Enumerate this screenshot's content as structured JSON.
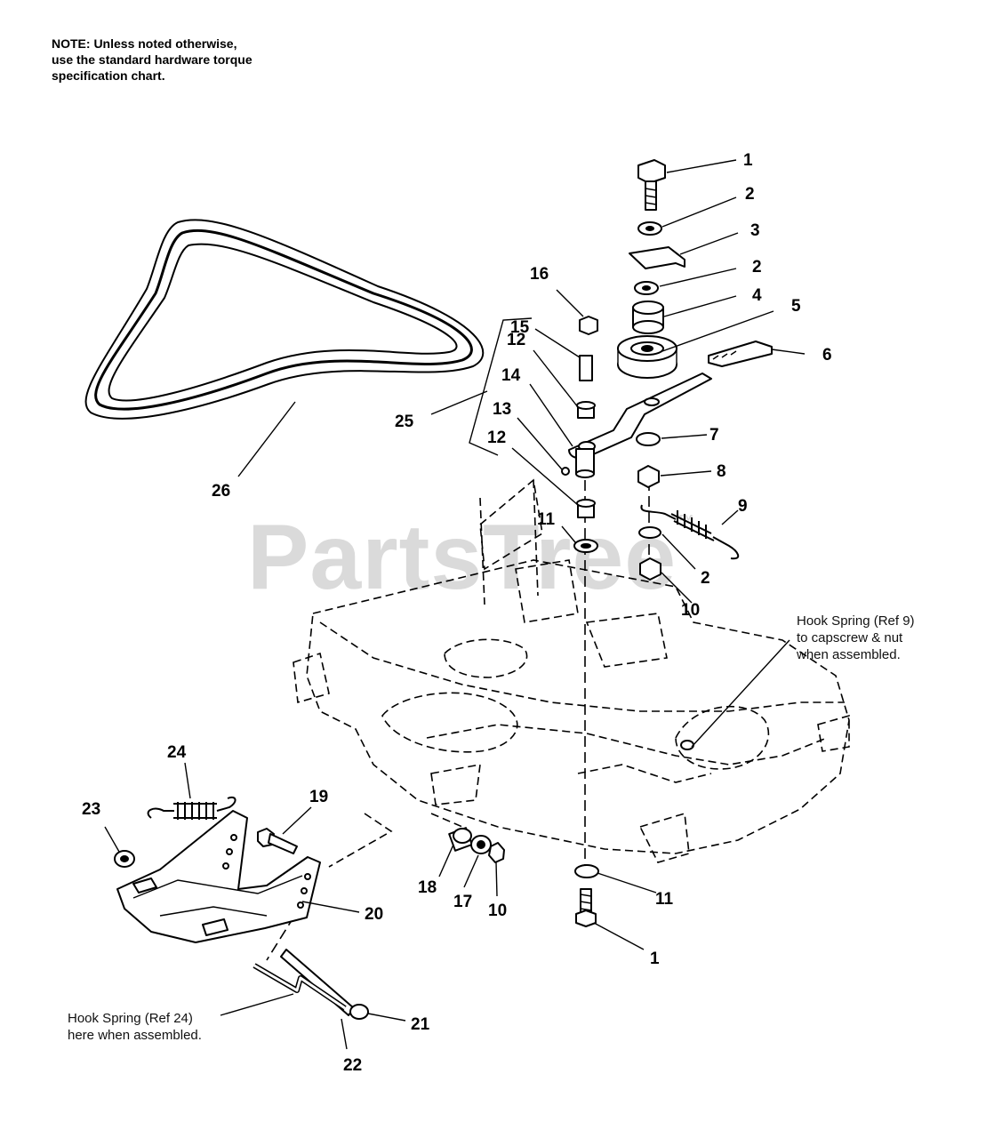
{
  "note": {
    "lines": [
      "NOTE: Unless noted otherwise,",
      "use the standard hardware torque",
      "specification chart."
    ]
  },
  "watermark": {
    "text": "PartsTree",
    "mark": "™"
  },
  "callouts": {
    "hook_ref9": [
      "Hook Spring (Ref 9)",
      "to capscrew & nut",
      "when assembled."
    ],
    "hook_ref24": [
      "Hook Spring (Ref 24)",
      "here when assembled."
    ]
  },
  "part_labels": [
    {
      "id": "lbl-1-top",
      "text": "1"
    },
    {
      "id": "lbl-2-a",
      "text": "2"
    },
    {
      "id": "lbl-3",
      "text": "3"
    },
    {
      "id": "lbl-2-b",
      "text": "2"
    },
    {
      "id": "lbl-4",
      "text": "4"
    },
    {
      "id": "lbl-5",
      "text": "5"
    },
    {
      "id": "lbl-6",
      "text": "6"
    },
    {
      "id": "lbl-7",
      "text": "7"
    },
    {
      "id": "lbl-8",
      "text": "8"
    },
    {
      "id": "lbl-9",
      "text": "9"
    },
    {
      "id": "lbl-2-c",
      "text": "2"
    },
    {
      "id": "lbl-10-a",
      "text": "10"
    },
    {
      "id": "lbl-16",
      "text": "16"
    },
    {
      "id": "lbl-15",
      "text": "15"
    },
    {
      "id": "lbl-12-a",
      "text": "12"
    },
    {
      "id": "lbl-14",
      "text": "14"
    },
    {
      "id": "lbl-13",
      "text": "13"
    },
    {
      "id": "lbl-12-b",
      "text": "12"
    },
    {
      "id": "lbl-11-a",
      "text": "11"
    },
    {
      "id": "lbl-25",
      "text": "25"
    },
    {
      "id": "lbl-26",
      "text": "26"
    },
    {
      "id": "lbl-24",
      "text": "24"
    },
    {
      "id": "lbl-23",
      "text": "23"
    },
    {
      "id": "lbl-19",
      "text": "19"
    },
    {
      "id": "lbl-20",
      "text": "20"
    },
    {
      "id": "lbl-18",
      "text": "18"
    },
    {
      "id": "lbl-17",
      "text": "17"
    },
    {
      "id": "lbl-10-b",
      "text": "10"
    },
    {
      "id": "lbl-11-b",
      "text": "11"
    },
    {
      "id": "lbl-1-bottom",
      "text": "1"
    },
    {
      "id": "lbl-21",
      "text": "21"
    },
    {
      "id": "lbl-22",
      "text": "22"
    }
  ]
}
